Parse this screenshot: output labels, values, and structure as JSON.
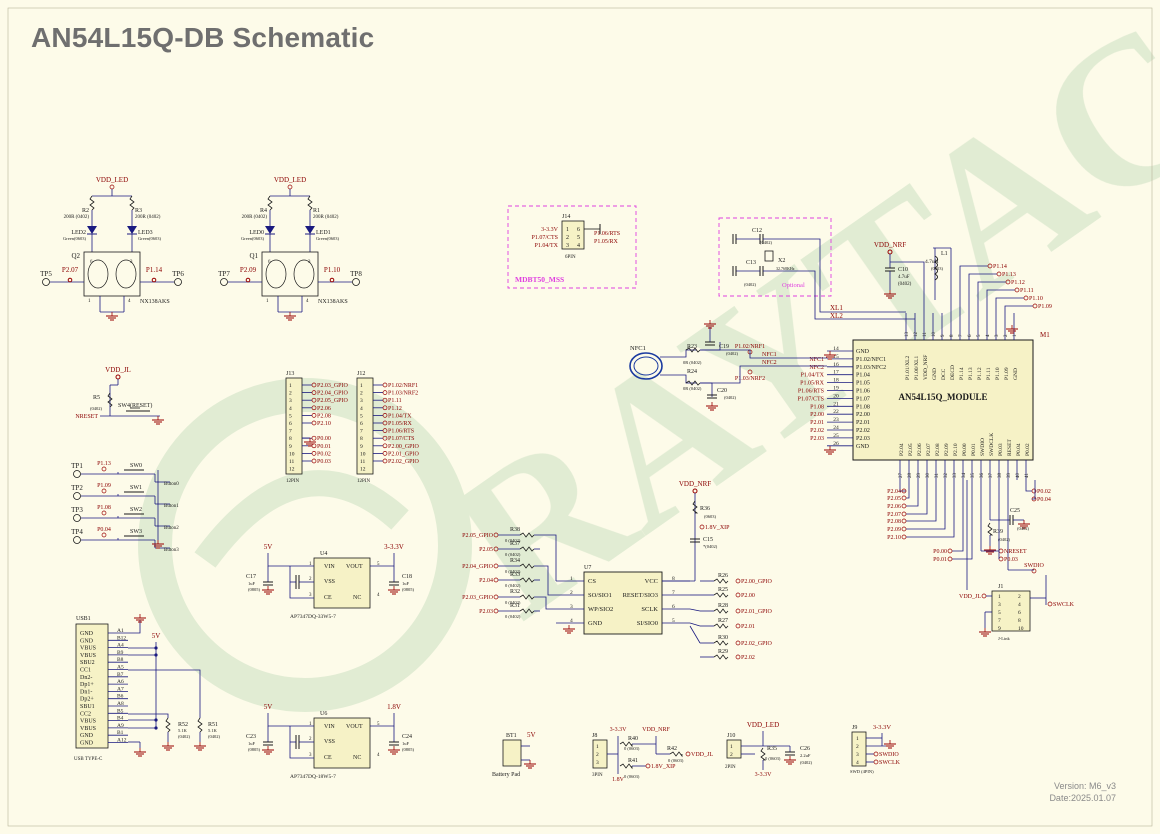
{
  "title": "AN54L15Q-DB Schematic",
  "watermark": "RAYTAC",
  "version": "Version: M6_v3",
  "date": "Date:2025.01.07",
  "colors": {
    "wire": "#1a1a80",
    "label": "#8b0000",
    "part": "#1a1a1a",
    "rail": "#990000",
    "magenta": "#e040e0",
    "watermark": "#2c8a4a"
  },
  "module": {
    "ref": "M1",
    "name": "AN54L15Q_MODULE",
    "left_pins": [
      [
        "14",
        "GND"
      ],
      [
        "15",
        "P1.02/NFC1"
      ],
      [
        "16",
        "P1.03/NFC2"
      ],
      [
        "17",
        "P1.04"
      ],
      [
        "18",
        "P1.05"
      ],
      [
        "19",
        "P1.06"
      ],
      [
        "20",
        "P1.07"
      ],
      [
        "21",
        "P1.08"
      ],
      [
        "22",
        "P2.00"
      ],
      [
        "23",
        "P2.01"
      ],
      [
        "24",
        "P2.02"
      ],
      [
        "25",
        "P2.03"
      ],
      [
        "26",
        "GND"
      ]
    ],
    "top_pins": [
      [
        "13",
        "P1.01/XL2"
      ],
      [
        "12",
        "P1.00/XL1"
      ],
      [
        "11",
        "VDD_NRF"
      ],
      [
        "10",
        "GND"
      ],
      [
        "9",
        "DCC"
      ],
      [
        "8",
        "DECD"
      ],
      [
        "7",
        "P1.14"
      ],
      [
        "6",
        "P1.13"
      ],
      [
        "5",
        "P1.12"
      ],
      [
        "4",
        "P1.11"
      ],
      [
        "3",
        "P1.10"
      ],
      [
        "2",
        "P1.09"
      ],
      [
        "1",
        "GND"
      ]
    ],
    "bottom_pins": [
      [
        "27",
        "P2.04"
      ],
      [
        "28",
        "P2.05"
      ],
      [
        "29",
        "P2.06"
      ],
      [
        "30",
        "P2.07"
      ],
      [
        "31",
        "P2.08"
      ],
      [
        "32",
        "P2.09"
      ],
      [
        "33",
        "P2.10"
      ],
      [
        "34",
        "P0.00"
      ],
      [
        "35",
        "P0.01"
      ],
      [
        "36",
        "SWDIO"
      ],
      [
        "37",
        "SWDCLK"
      ],
      [
        "38",
        "P0.03"
      ],
      [
        "39",
        "RESET"
      ],
      [
        "40",
        "P0.04"
      ],
      [
        "41",
        "P0.02"
      ]
    ],
    "left_nets": [
      "",
      "NFC1",
      "NFC2",
      "P1.04/TX",
      "P1.05/RX",
      "P1.06/RTS",
      "P1.07/CTS",
      "P1.08",
      "P2.00",
      "P2.01",
      "P2.02",
      "P2.03",
      ""
    ],
    "top_nets": [
      "P1.14",
      "P1.13",
      "P1.12",
      "P1.11",
      "P1.10",
      "P1.09"
    ],
    "bottom_nets": [
      "P2.04",
      "P2.05",
      "P2.06",
      "P2.07",
      "P2.08",
      "P2.09",
      "P2.10",
      "P0.00",
      "P0.01",
      "NRESET",
      "P0.03",
      "P0.02",
      "P0.04"
    ]
  },
  "led_a": {
    "rail": "VDD_LED",
    "r1": "R2",
    "r1v": "200R (0402)",
    "r2": "R3",
    "r2v": "200R (0402)",
    "led1": "LED2",
    "led1c": "Green(0603)",
    "led2": "LED3",
    "led2c": "Green(0603)",
    "q": "Q2",
    "qpart": "NX138AKS",
    "tp_l": "TP5",
    "tp_r": "TP6",
    "net_l": "P2.07",
    "net_r": "P1.14"
  },
  "led_b": {
    "rail": "VDD_LED",
    "r1": "R4",
    "r1v": "200R (0402)",
    "r2": "R1",
    "r2v": "200R (0402)",
    "led1": "LED0",
    "led1c": "Green(0603)",
    "led2": "LED1",
    "led2c": "Green(0603)",
    "q": "Q1",
    "qpart": "NX138AKS",
    "tp_l": "TP7",
    "tp_r": "TP8",
    "net_l": "P2.09",
    "net_r": "P1.10"
  },
  "j14": {
    "ref": "J14",
    "type": "6PIN",
    "left": [
      "3-3.3V",
      "P1.07/CTS",
      "P1.04/TX"
    ],
    "right": [
      "P1.06/RTS",
      "P1.05/RX"
    ],
    "pins_l": [
      "1",
      "2",
      "3"
    ],
    "pins_r": [
      "6",
      "5",
      "4"
    ],
    "box_label": "MDBT50_MSS"
  },
  "xtal": {
    "c1": "C12",
    "c2": "C13",
    "cv": "(0402)",
    "x": "X2",
    "xv": "32.768KHz",
    "opt": "Optional",
    "xl1": "XL1",
    "xl2": "XL2"
  },
  "vddnrf": {
    "rail": "VDD_NRF",
    "c": "C10",
    "cv1": "4.7uF",
    "cv2": "(0402)",
    "l": "L1",
    "lv1": "4.7uH",
    "lv2": "(0603)"
  },
  "nfc": {
    "ant": "NFC1",
    "r1": "R23",
    "r1v": "0R (0402)",
    "r2": "R24",
    "r2v": "0R (0402)",
    "c1": "C19",
    "c2": "C20",
    "cv": "(0402)",
    "n1": "P1.02/NRF1",
    "n2": "P1.03/NRF2",
    "l1": "NFC1",
    "l2": "NFC2"
  },
  "reset": {
    "rail": "VDD_JL",
    "r": "R5",
    "rv": "(0402)",
    "sw": "SW4(RESET)",
    "net": "NRESET"
  },
  "j13": {
    "ref": "J13",
    "type": "12PIN",
    "nets": [
      "P2.03_GPIO",
      "P2.04_GPIO",
      "P2.05_GPIO",
      "P2.06",
      "P2.08",
      "P2.10",
      "",
      "P0.00",
      "P0.01",
      "P0.02",
      "P0.03",
      ""
    ]
  },
  "j12": {
    "ref": "J12",
    "type": "12PIN",
    "nets": [
      "P1.02/NRF1",
      "P1.03/NRF2",
      "P1.11",
      "P1.12",
      "P1.04/TX",
      "P1.05/RX",
      "P1.06/RTS",
      "P1.07/CTS",
      "P2.00_GPIO",
      "P2.01_GPIO",
      "P2.02_GPIO",
      ""
    ]
  },
  "buttons": [
    {
      "tp": "TP1",
      "net": "P1.13",
      "sw": "SW0",
      "label": "Buton0"
    },
    {
      "tp": "TP2",
      "net": "P1.09",
      "sw": "SW1",
      "label": "Buton1"
    },
    {
      "tp": "TP3",
      "net": "P1.08",
      "sw": "SW2",
      "label": "Buton2"
    },
    {
      "tp": "TP4",
      "net": "P0.04",
      "sw": "SW3",
      "label": "Buton3"
    }
  ],
  "usb": {
    "ref": "USB1",
    "type": "USB TYPE-C",
    "rail": "5V",
    "pins": [
      [
        "A1",
        "GND"
      ],
      [
        "B12",
        "GND"
      ],
      [
        "A4",
        "VBUS"
      ],
      [
        "B9",
        "VBUS"
      ],
      [
        "B8",
        "SBU2"
      ],
      [
        "A5",
        "CC1"
      ],
      [
        "B7",
        "Dn2-"
      ],
      [
        "A6",
        "Dp1+"
      ],
      [
        "A7",
        "Dn1-"
      ],
      [
        "B6",
        "Dp2+"
      ],
      [
        "A8",
        "SBU1"
      ],
      [
        "B5",
        "CC2"
      ],
      [
        "B4",
        "VBUS"
      ],
      [
        "A9",
        "VBUS"
      ],
      [
        "B1",
        "GND"
      ],
      [
        "A12",
        "GND"
      ]
    ],
    "r1": "R52",
    "r1v": "5.1K",
    "r2": "R51",
    "r2v": "5.1K",
    "rp": "(0402)"
  },
  "ldo1": {
    "ref": "U4",
    "part": "AP7347DQ-33W5-7",
    "vin": "5V",
    "vout": "3-3.3V",
    "cin": "C17",
    "cout": "C18",
    "cv1": "1uF",
    "cv2": "(0805)",
    "pins": [
      "VIN",
      "VSS",
      "CE",
      "VOUT",
      "NC"
    ],
    "nums": [
      "1",
      "2",
      "3",
      "5",
      "4"
    ]
  },
  "ldo2": {
    "ref": "U6",
    "part": "AP7347DQ-18W5-7",
    "vin": "5V",
    "vout": "1.8V",
    "cin": "C23",
    "cout": "C24",
    "cv1": "1uF",
    "cv2": "(0805)",
    "pins": [
      "VIN",
      "VSS",
      "CE",
      "VOUT",
      "NC"
    ],
    "nums": [
      "1",
      "2",
      "3",
      "5",
      "4"
    ]
  },
  "flash": {
    "ref": "U7",
    "rail": "VDD_NRF",
    "pins_l": [
      "CS",
      "SO/SIO1",
      "WP/SIO2",
      "GND"
    ],
    "pins_r": [
      "VCC",
      "RESET/SIO3",
      "SCLK",
      "SI/SIO0"
    ],
    "nums_l": [
      "1",
      "2",
      "3",
      "4"
    ],
    "nums_r": [
      "8",
      "7",
      "6",
      "5"
    ],
    "left_nets": [
      "P2.05_GPIO",
      "P2.05",
      "P2.04_GPIO",
      "P2.04",
      "P2.03_GPIO",
      "P2.03"
    ],
    "right_nets": [
      "P2.00_GPIO",
      "P2.00",
      "P2.01_GPIO",
      "P2.01",
      "P2.02_GPIO",
      "P2.02"
    ],
    "rl": [
      "R38",
      "R37",
      "R34",
      "R33",
      "R32",
      "R31"
    ],
    "rr": [
      "R26",
      "R25",
      "R28",
      "R27",
      "R30",
      "R29"
    ],
    "r36": "R36",
    "r36v": "(0603)",
    "c15": "C15",
    "c15v": "*(0402)",
    "xip": "1.8V_XIP"
  },
  "j1": {
    "ref": "J1",
    "type": "J-Link",
    "vdd": "VDD_JL",
    "swdio": "SWDIO",
    "swclk": "SWCLK",
    "pins": [
      "1",
      "2",
      "3",
      "4",
      "5",
      "6",
      "7",
      "8",
      "9",
      "10"
    ]
  },
  "c25": {
    "ref": "C25",
    "v": "(0402)",
    "r": "R39",
    "rv": "(0402)"
  },
  "bt1": {
    "ref": "BT1",
    "label": "Battery Pad",
    "rail": "5V"
  },
  "j8": {
    "ref": "J8",
    "type": "3PIN",
    "r40": "R40",
    "r41": "R41",
    "r42": "R42",
    "r40v": "0 (0603)",
    "r41v": "0 (0603)",
    "r42v": "0 (0603)",
    "n1": "3-3.3V",
    "n2": "VDD_NRF",
    "n3": "VDD_JL",
    "n4": "1.8V_XIP",
    "n5": "1.8V"
  },
  "j10": {
    "ref": "J10",
    "type": "2PIN",
    "rail": "VDD_LED",
    "r": "R35",
    "rv": "0 (0603)",
    "c": "C26",
    "cv1": "2.2uF",
    "cv2": "(0402)",
    "n": "3-3.3V"
  },
  "j9": {
    "ref": "J9",
    "type": "SWD (4PIN)",
    "rail": "3-3.3V",
    "nets": [
      "SWDIO",
      "SWCLK"
    ]
  }
}
